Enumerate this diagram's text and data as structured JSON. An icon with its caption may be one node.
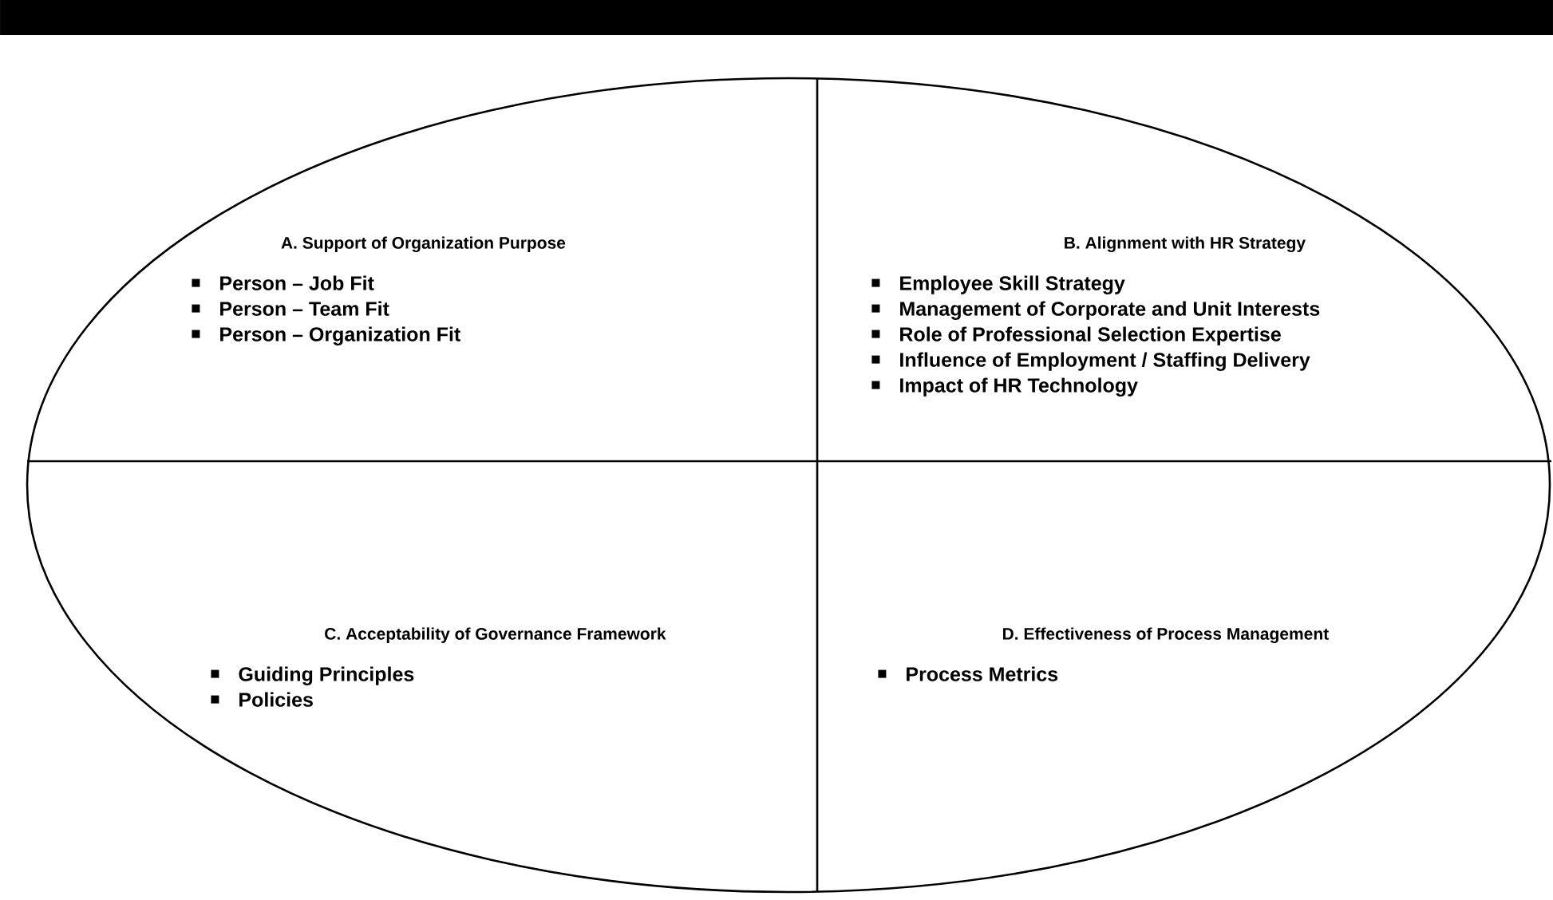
{
  "diagram": {
    "nodes": [
      {
        "text": [
          "A. Support of Organization Purpose",
          "Person – Job Fit",
          "Person – Team Fit",
          "Person – Organization Fit"
        ]
      },
      {
        "text": [
          "B. Alignment with HR Strategy",
          "Employee Skill Strategy",
          "Management of Corporate and Unit Interests",
          "Role of Professional Selection Expertise",
          "Influence of Employment / Staffing Delivery",
          "Impact of HR Technology"
        ]
      },
      {
        "text": [
          "C. Acceptability of Governance Framework",
          "Guiding Principles",
          "Policies"
        ]
      },
      {
        "text": [
          "D. Effectiveness of Process Management",
          "Process Metrics"
        ]
      }
    ]
  }
}
